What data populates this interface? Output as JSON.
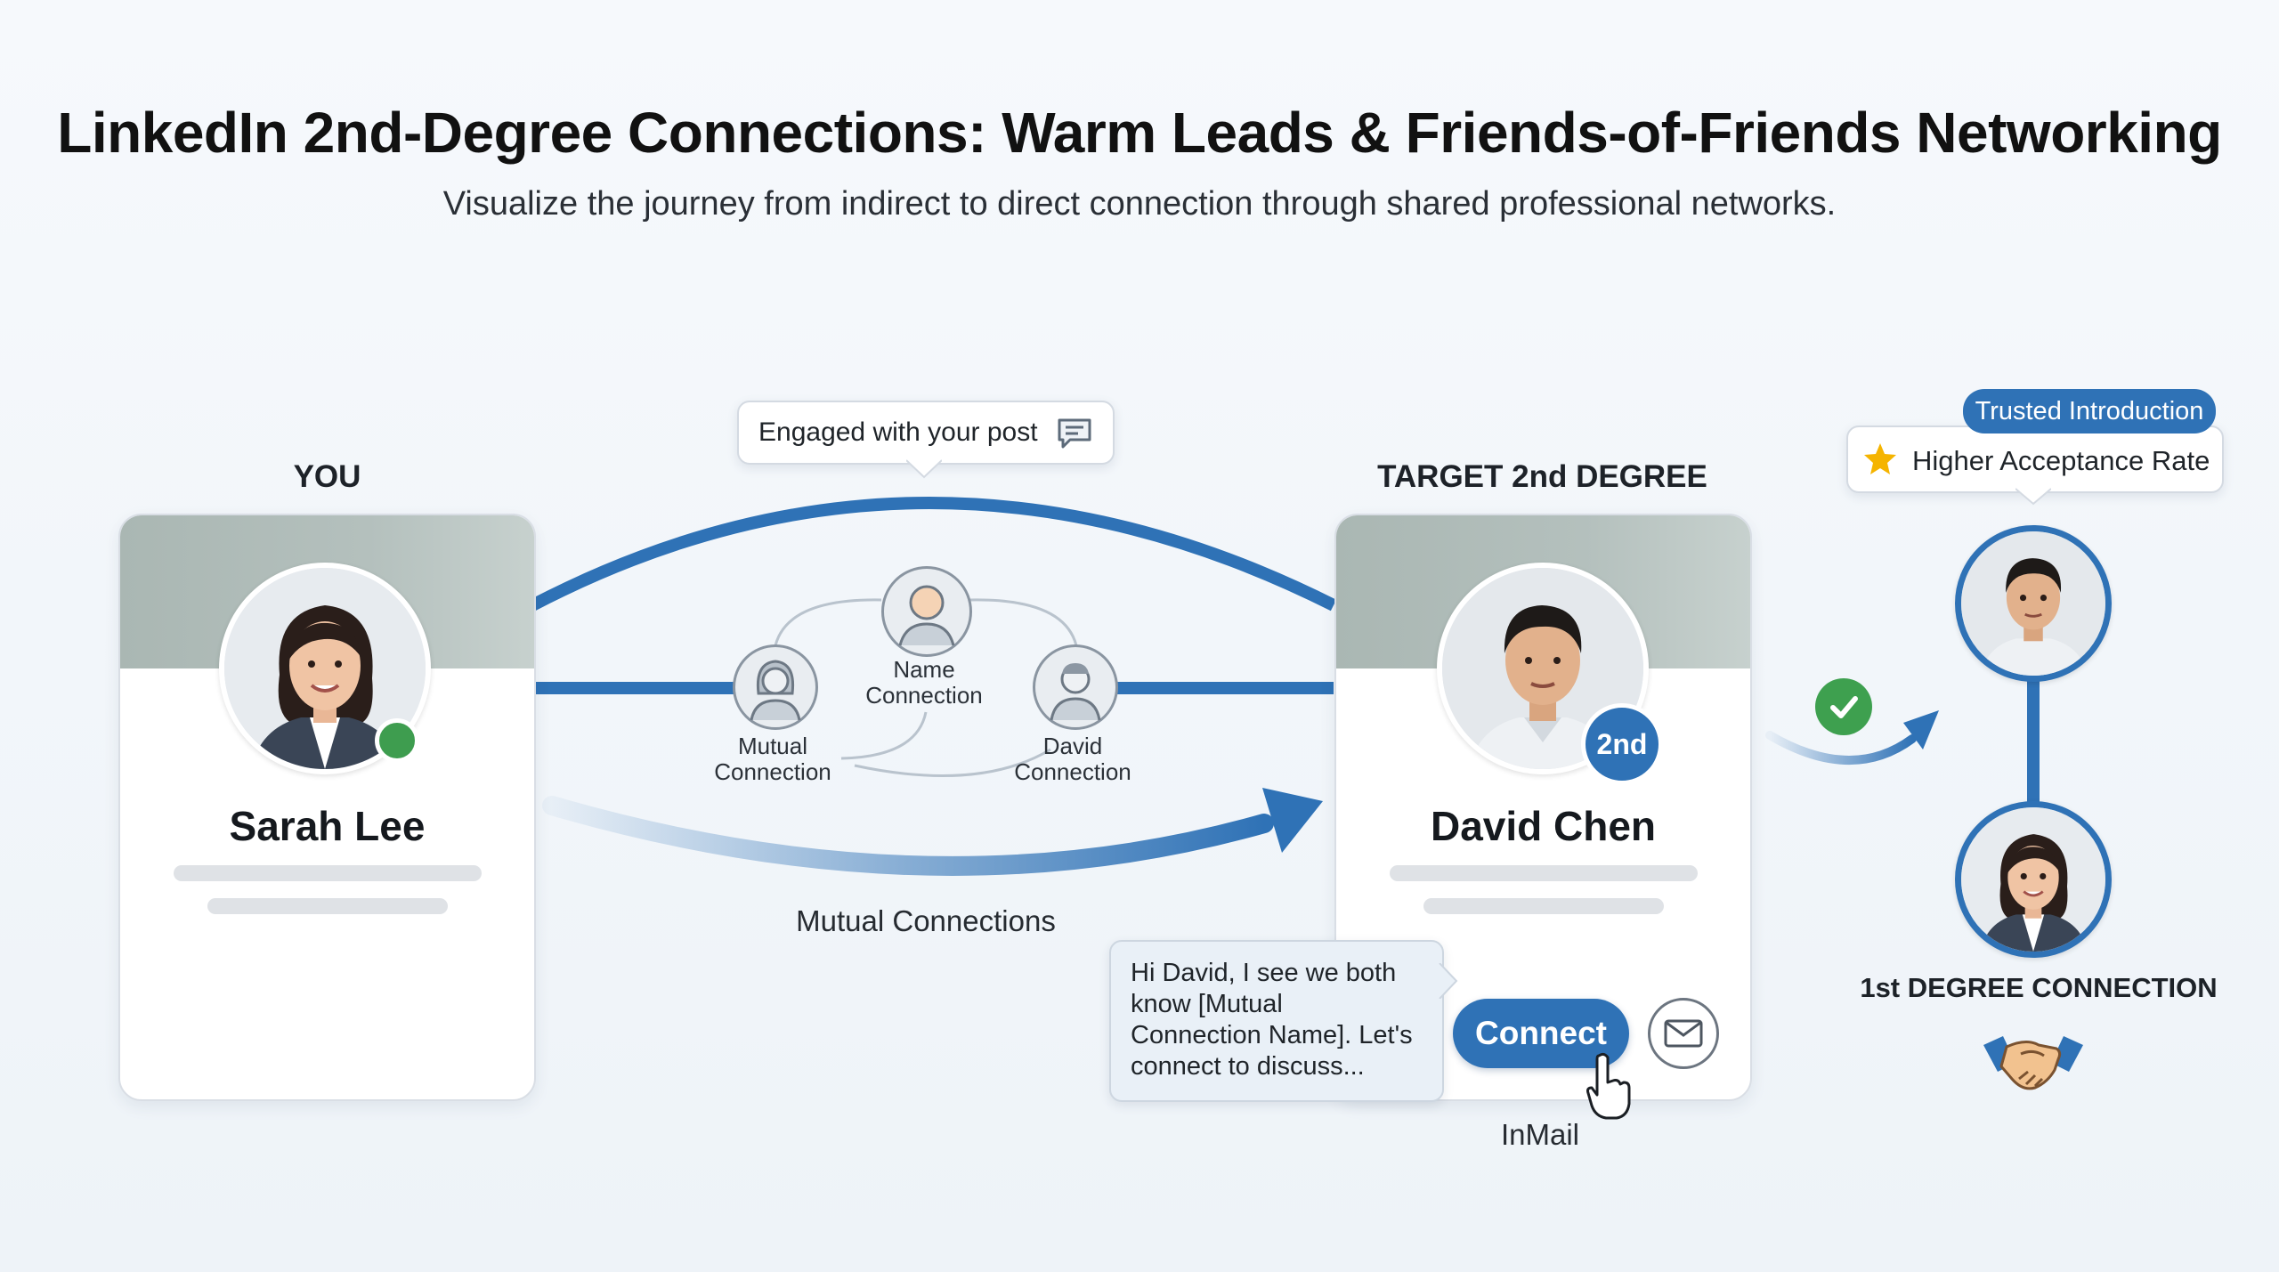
{
  "header": {
    "title": "LinkedIn 2nd-Degree Connections: Warm Leads & Friends-of-Friends Networking",
    "subtitle": "Visualize the journey from indirect to direct connection through shared professional networks."
  },
  "you": {
    "label": "YOU",
    "name": "Sarah Lee",
    "status_color": "#3e9d4f"
  },
  "target": {
    "label": "TARGET 2nd DEGREE",
    "name": "David Chen",
    "badge": "2nd"
  },
  "network": {
    "post_engagement": "Engaged with your post",
    "nodes": [
      {
        "line1": "Name",
        "line2": "Connection"
      },
      {
        "line1": "Mutual",
        "line2": "Connection"
      },
      {
        "line1": "David",
        "line2": "Connection"
      }
    ],
    "mutual_label": "Mutual Connections"
  },
  "message": {
    "text_lines": [
      "Hi David, I see we both",
      "know [Mutual",
      "Connection Name]. Let's",
      "connect to discuss..."
    ],
    "connect_label": "Connect",
    "inmail_label": "InMail"
  },
  "result": {
    "trusted": "Trusted Introduction",
    "acceptance": "Higher Acceptance Rate",
    "first_degree_label": "1st DEGREE CONNECTION"
  },
  "colors": {
    "accent": "#2f72b6",
    "success": "#3ea04f",
    "star": "#f5b400"
  }
}
